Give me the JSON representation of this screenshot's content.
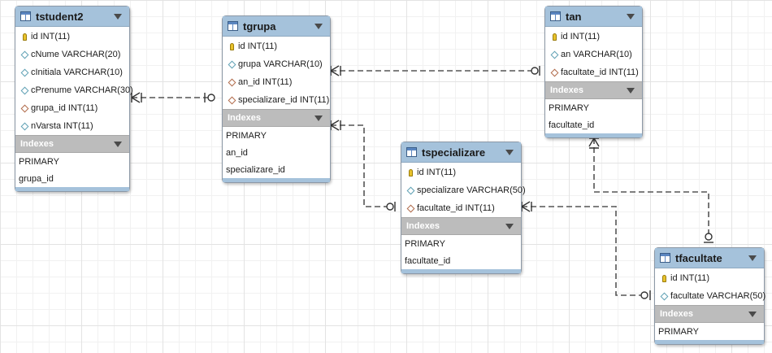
{
  "tables": {
    "tstudent2": {
      "name": "tstudent2",
      "columns": [
        "id INT(11)",
        "cNume VARCHAR(20)",
        "cInitiala VARCHAR(10)",
        "cPrenume VARCHAR(30)",
        "grupa_id INT(11)",
        "nVarsta INT(11)"
      ],
      "column_icons": [
        "key",
        "diamond",
        "diamond",
        "diamond",
        "fk-diamond",
        "diamond"
      ],
      "indexes_label": "Indexes",
      "indexes": [
        "PRIMARY",
        "grupa_id"
      ]
    },
    "tgrupa": {
      "name": "tgrupa",
      "columns": [
        "id INT(11)",
        "grupa VARCHAR(10)",
        "an_id INT(11)",
        "specializare_id INT(11)"
      ],
      "column_icons": [
        "key",
        "diamond",
        "fk-diamond",
        "fk-diamond"
      ],
      "indexes_label": "Indexes",
      "indexes": [
        "PRIMARY",
        "an_id",
        "specializare_id"
      ]
    },
    "tan": {
      "name": "tan",
      "columns": [
        "id INT(11)",
        "an VARCHAR(10)",
        "facultate_id INT(11)"
      ],
      "column_icons": [
        "key",
        "diamond",
        "fk-diamond"
      ],
      "indexes_label": "Indexes",
      "indexes": [
        "PRIMARY",
        "facultate_id"
      ]
    },
    "tspecializare": {
      "name": "tspecializare",
      "columns": [
        "id INT(11)",
        "specializare VARCHAR(50)",
        "facultate_id INT(11)"
      ],
      "column_icons": [
        "key",
        "diamond",
        "fk-diamond"
      ],
      "indexes_label": "Indexes",
      "indexes": [
        "PRIMARY",
        "facultate_id"
      ]
    },
    "tfacultate": {
      "name": "tfacultate",
      "columns": [
        "id INT(11)",
        "facultate VARCHAR(50)"
      ],
      "column_icons": [
        "key",
        "diamond"
      ],
      "indexes_label": "Indexes",
      "indexes": [
        "PRIMARY"
      ]
    }
  },
  "relationships": [
    {
      "from": "tstudent2",
      "to": "tgrupa"
    },
    {
      "from": "tgrupa",
      "to": "tan"
    },
    {
      "from": "tgrupa",
      "to": "tspecializare"
    },
    {
      "from": "tspecializare",
      "to": "tfacultate"
    },
    {
      "from": "tan",
      "to": "tfacultate"
    }
  ],
  "colors": {
    "header": "#a5c2db",
    "index_header": "#bcbcbc",
    "connector": "#555555",
    "grid": "#e3e3e3"
  }
}
